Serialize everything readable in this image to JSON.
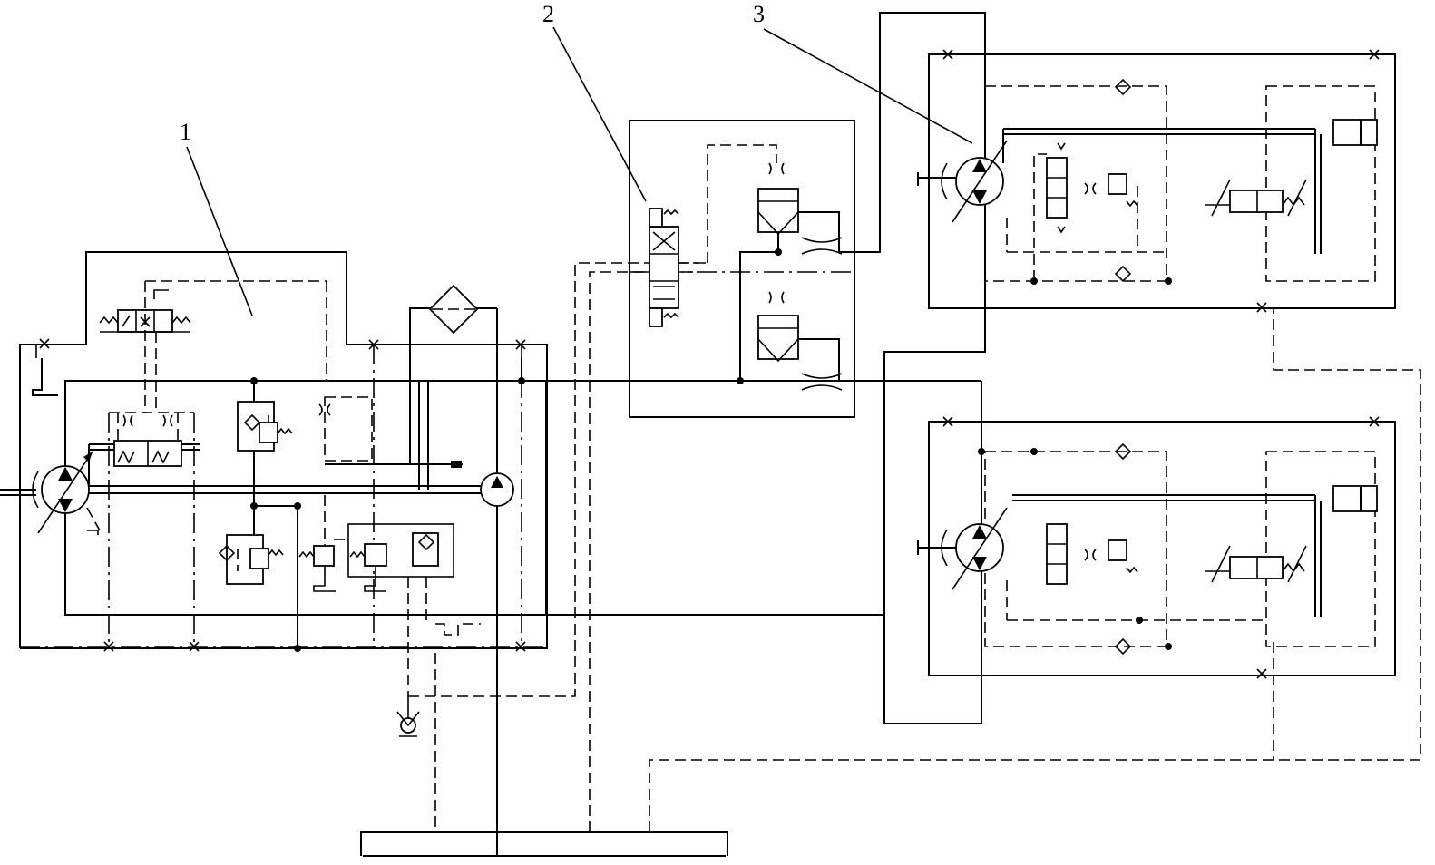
{
  "labels": {
    "callout_1": "1",
    "callout_2": "2",
    "callout_3": "3"
  }
}
